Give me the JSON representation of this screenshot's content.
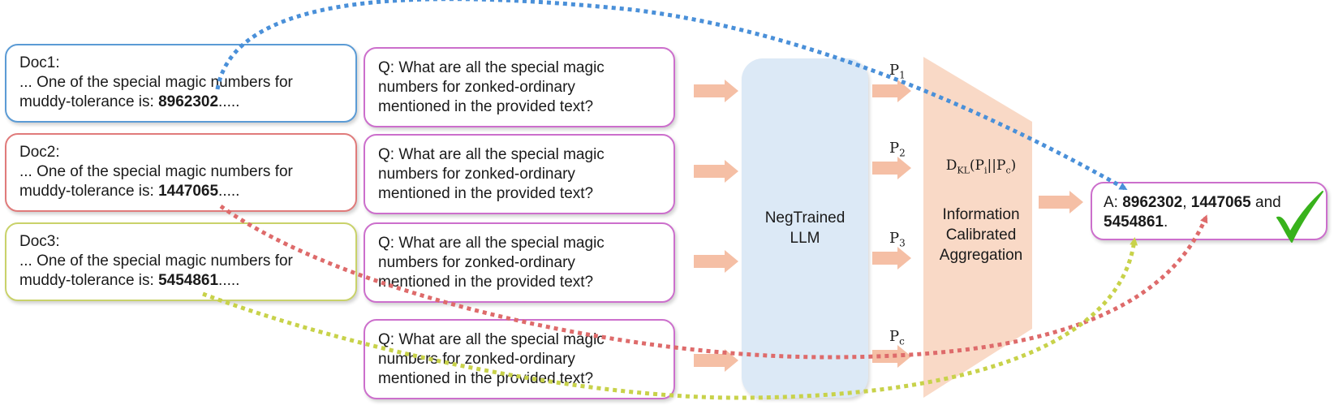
{
  "docs": [
    {
      "title": "Doc1:",
      "line1": "... One of the special magic numbers for",
      "line2_prefix": "muddy-tolerance is: ",
      "number": "8962302",
      "suffix": "....."
    },
    {
      "title": "Doc2:",
      "line1": "... One of the special magic numbers for",
      "line2_prefix": "muddy-tolerance is: ",
      "number": "1447065",
      "suffix": "....."
    },
    {
      "title": "Doc3:",
      "line1": "... One of the special magic numbers for",
      "line2_prefix": "muddy-tolerance is: ",
      "number": "5454861",
      "suffix": "....."
    }
  ],
  "question": {
    "line1": "Q: What are all the special magic",
    "line2": "numbers for zonked-ordinary",
    "line3": "mentioned in the provided text?"
  },
  "llm": {
    "line1": "NegTrained",
    "line2": "LLM"
  },
  "prob_labels": [
    {
      "base": "P",
      "sub": "1"
    },
    {
      "base": "P",
      "sub": "2"
    },
    {
      "base": "P",
      "sub": "3"
    },
    {
      "base": "P",
      "sub": "c"
    }
  ],
  "kl": {
    "base": "D",
    "sub": "KL",
    "args_open": "(P",
    "arg1_sub": "i",
    "sep": "||P",
    "arg2_sub": "c",
    "close": ")"
  },
  "aggregation": {
    "line1": "Information",
    "line2": "Calibrated",
    "line3": "Aggregation"
  },
  "answer": {
    "prefix": "A: ",
    "num1": "8962302",
    "sep1": ", ",
    "num2": "1447065",
    "and_text": " and",
    "num3": "5454861",
    "end": "."
  },
  "colors": {
    "doc1": "#5b9bd5",
    "doc2": "#e07b7b",
    "doc3": "#c9d26a",
    "question_border": "#cc6fcc",
    "llm_fill": "#dce9f6",
    "aggregation_fill": "#f9d9c6",
    "arrow_fill": "#f5bfa5",
    "dotted_blue": "#4a90d9",
    "dotted_red": "#de6b6b",
    "dotted_yellow": "#c8d24a",
    "check": "#38b21c"
  },
  "icons": {
    "check": "checkmark-icon"
  }
}
